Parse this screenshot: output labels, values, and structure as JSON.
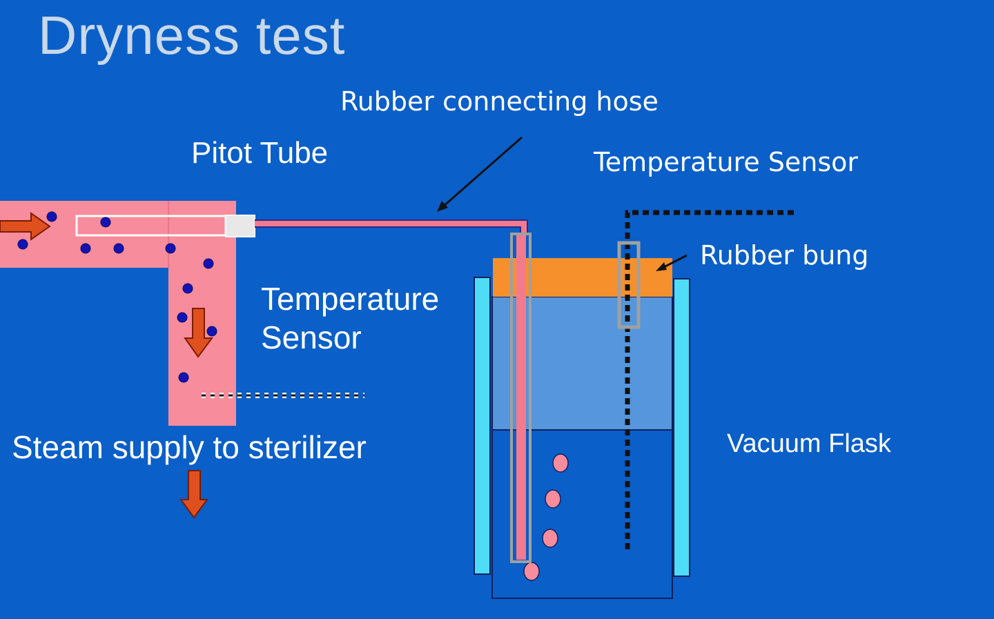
{
  "title": "Dryness test",
  "labels": {
    "rubber_connecting_hose": "Rubber connecting hose",
    "pitot_tube": "Pitot Tube",
    "temperature_sensor_right": "Temperature Sensor",
    "rubber_bung": "Rubber bung",
    "temperature_sensor_left_line1": "Temperature",
    "temperature_sensor_left_line2": "Sensor",
    "steam_supply": "Steam supply to sterilizer",
    "vacuum_flask": "Vacuum Flask"
  },
  "colors": {
    "background": "#0a5fc8",
    "steam_pipe": "#f78c9c",
    "hose": "#f47a8e",
    "arrow": "#e0501e",
    "droplet": "#1414b4",
    "bung": "#f5902c",
    "flask_wall": "#4fdcf6",
    "flask_air": "#5596dc",
    "flask_water": "#0a5fc8",
    "bubble": "#f78c9c",
    "probe_frame": "#a0a0a0"
  }
}
